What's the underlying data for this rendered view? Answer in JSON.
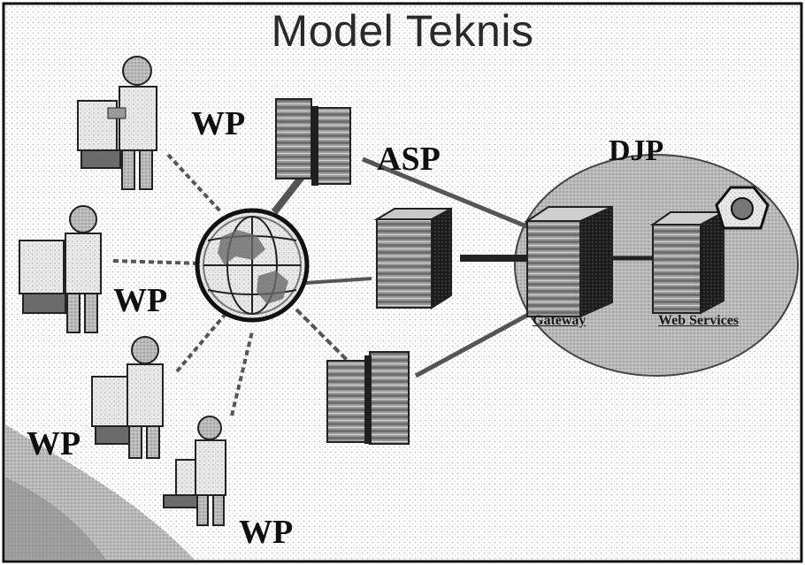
{
  "title": "Model Teknis",
  "labels": {
    "wp_top": "WP",
    "wp_middle": "WP",
    "wp_lower_left": "WP",
    "wp_bottom": "WP",
    "asp": "ASP",
    "djp": "DJP",
    "gateway": "Gateway",
    "web_services": "Web Services"
  },
  "icons": [
    "person-at-computer-icon",
    "globe-icon",
    "server-rack-icon",
    "server-tower-icon",
    "shield-badge-icon"
  ]
}
